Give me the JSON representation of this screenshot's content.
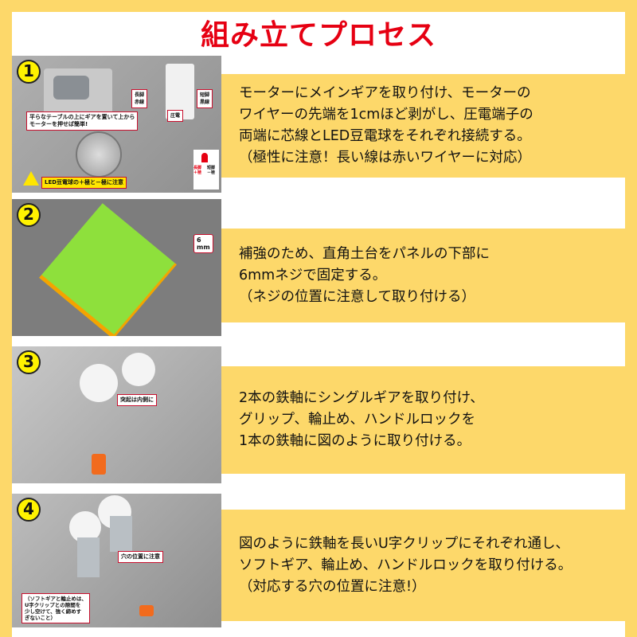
{
  "title": "組み立てプロセス",
  "colors": {
    "accent": "#e60012",
    "band": "#fdd86a",
    "number_badge": "#fff200"
  },
  "steps": [
    {
      "number": "1",
      "text": "モーターにメインギアを取り付け、モーターの\nワイヤーの先端を1cmほど剥がし、圧電端子の\n両端に芯線とLED豆電球をそれぞれ接続する。\n（極性に注意！長い線は赤いワイヤーに対応）",
      "callouts": {
        "tip": "平らなテーブルの上にギアを置いて上から\nモーターを押せば簡単!",
        "plus": "長脚\n赤線",
        "minus": "短脚\n黒線",
        "terminal": "圧電",
        "warning": "LED豆電球の＋極と－極に注意",
        "led_plus": "長脚\n＋極",
        "led_minus": "短脚\n－極"
      }
    },
    {
      "number": "2",
      "text": "補強のため、直角土台をパネルの下部に\n6mmネジで固定する。\n（ネジの位置に注意して取り付ける）",
      "callouts": {
        "screw": "6\nmm"
      }
    },
    {
      "number": "3",
      "text": "2本の鉄軸にシングルギアを取り付け、\nグリップ、輪止め、ハンドルロックを\n1本の鉄軸に図のように取り付ける。",
      "callouts": {
        "note": "突起は内側に"
      }
    },
    {
      "number": "4",
      "text": "図のように鉄軸を長いU字クリップにそれぞれ通し、\nソフトギア、輪止め、ハンドルロックを取り付ける。\n（対応する穴の位置に注意!）",
      "callouts": {
        "holes": "穴の位置に注意",
        "note": "（ソフトギアと輪止めは、\nU字クリップとの隙間を\n少し空けて、強く締めす\nぎないこと）"
      }
    }
  ]
}
